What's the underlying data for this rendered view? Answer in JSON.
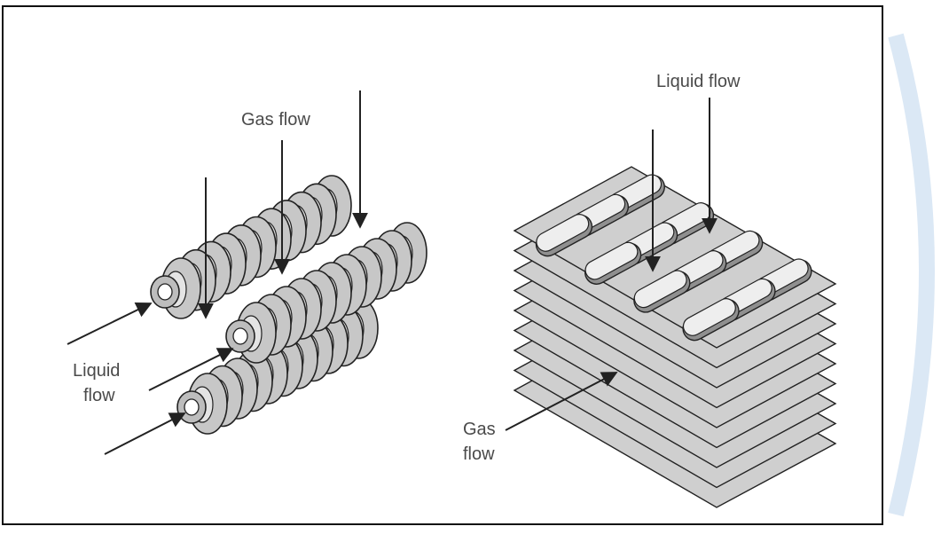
{
  "left_figure": {
    "title": "Finned-tube exchanger",
    "gas_flow_label": "Gas flow",
    "liquid_flow_label_line1": "Liquid",
    "liquid_flow_label_line2": "flow"
  },
  "right_figure": {
    "liquid_flow_label": "Liquid flow",
    "gas_flow_label_line1": "Gas",
    "gas_flow_label_line2": "flow"
  },
  "colors": {
    "fin_fill": "#c7c7c7",
    "plate_fill": "#cfcfcf",
    "slot_fill": "#eeeeee",
    "stroke": "#222222",
    "label": "#4a4a4a",
    "watermark": "#dbe8f5"
  }
}
